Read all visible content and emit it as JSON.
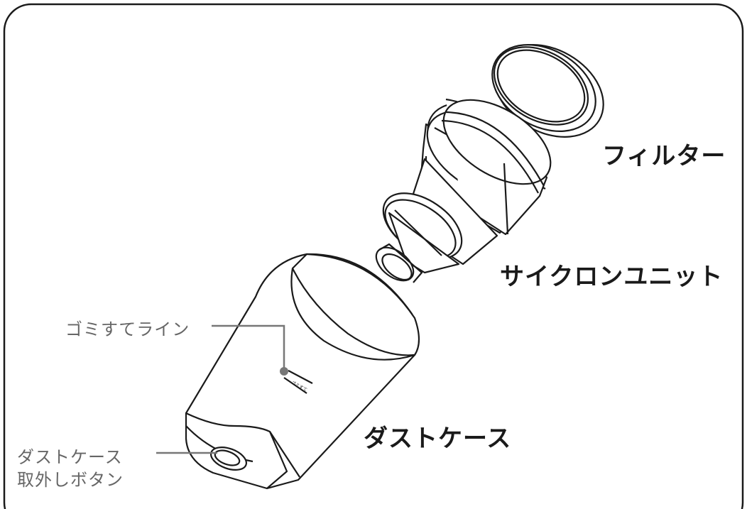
{
  "colors": {
    "line": "#1a1a1a",
    "callout": "#777777",
    "label_primary": "#1a1a1a",
    "label_secondary": "#666666",
    "background": "#ffffff"
  },
  "labels": {
    "filter": "フィルター",
    "cyclone_unit": "サイクロンユニット",
    "dust_case": "ダストケース",
    "dust_line": "ゴミすてライン",
    "release_button_line1": "ダストケース",
    "release_button_line2": "取外しボタン"
  },
  "dust_line_mark": "ゴミすて"
}
